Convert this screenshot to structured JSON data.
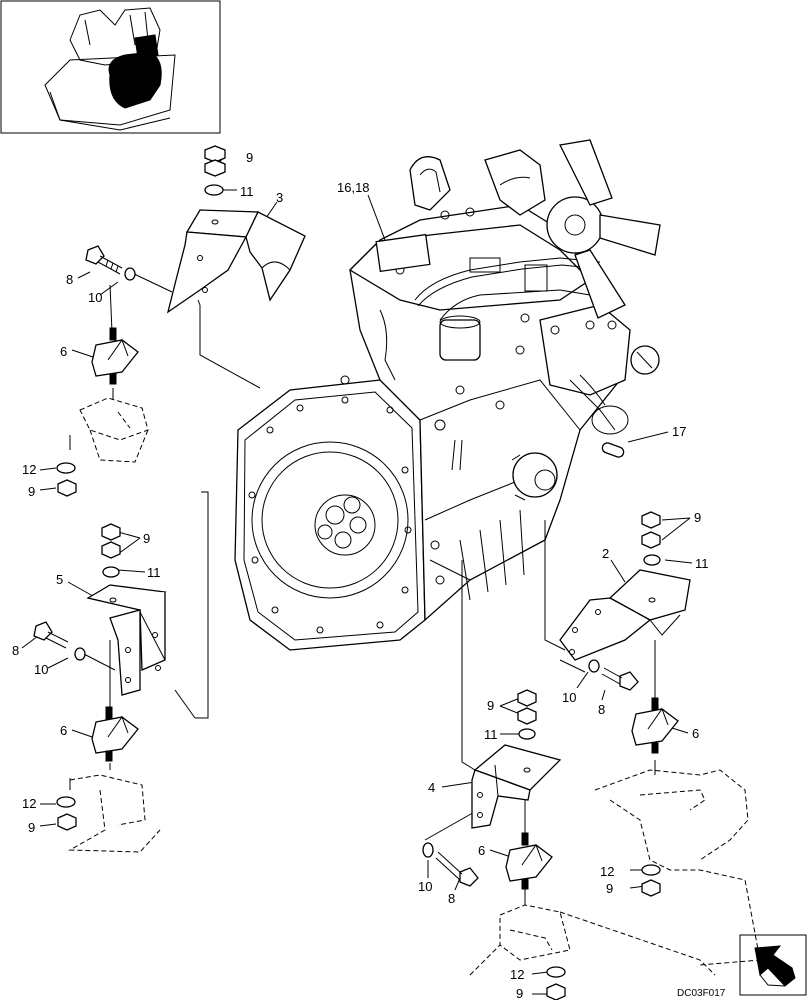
{
  "diagram": {
    "drawing_code": "DC03F017",
    "callouts": {
      "c_16_18": "16,18",
      "c_17": "17",
      "c_3": "3",
      "c_9_a": "9",
      "c_11_a": "11",
      "c_8_a": "8",
      "c_10_a": "10",
      "c_6_a": "6",
      "c_12_a": "12",
      "c_9_b": "9",
      "c_9_c": "9",
      "c_11_b": "11",
      "c_5": "5",
      "c_8_b": "8",
      "c_10_b": "10",
      "c_6_b": "6",
      "c_12_b": "12",
      "c_9_d": "9",
      "c_9_e": "9",
      "c_11_c": "11",
      "c_2": "2",
      "c_10_c": "10",
      "c_8_c": "8",
      "c_6_c": "6",
      "c_12_c": "12",
      "c_9_f": "9",
      "c_9_g": "9",
      "c_11_d": "11",
      "c_4": "4",
      "c_6_d": "6",
      "c_10_d": "10",
      "c_8_d": "8",
      "c_12_d": "12",
      "c_9_h": "9"
    }
  }
}
